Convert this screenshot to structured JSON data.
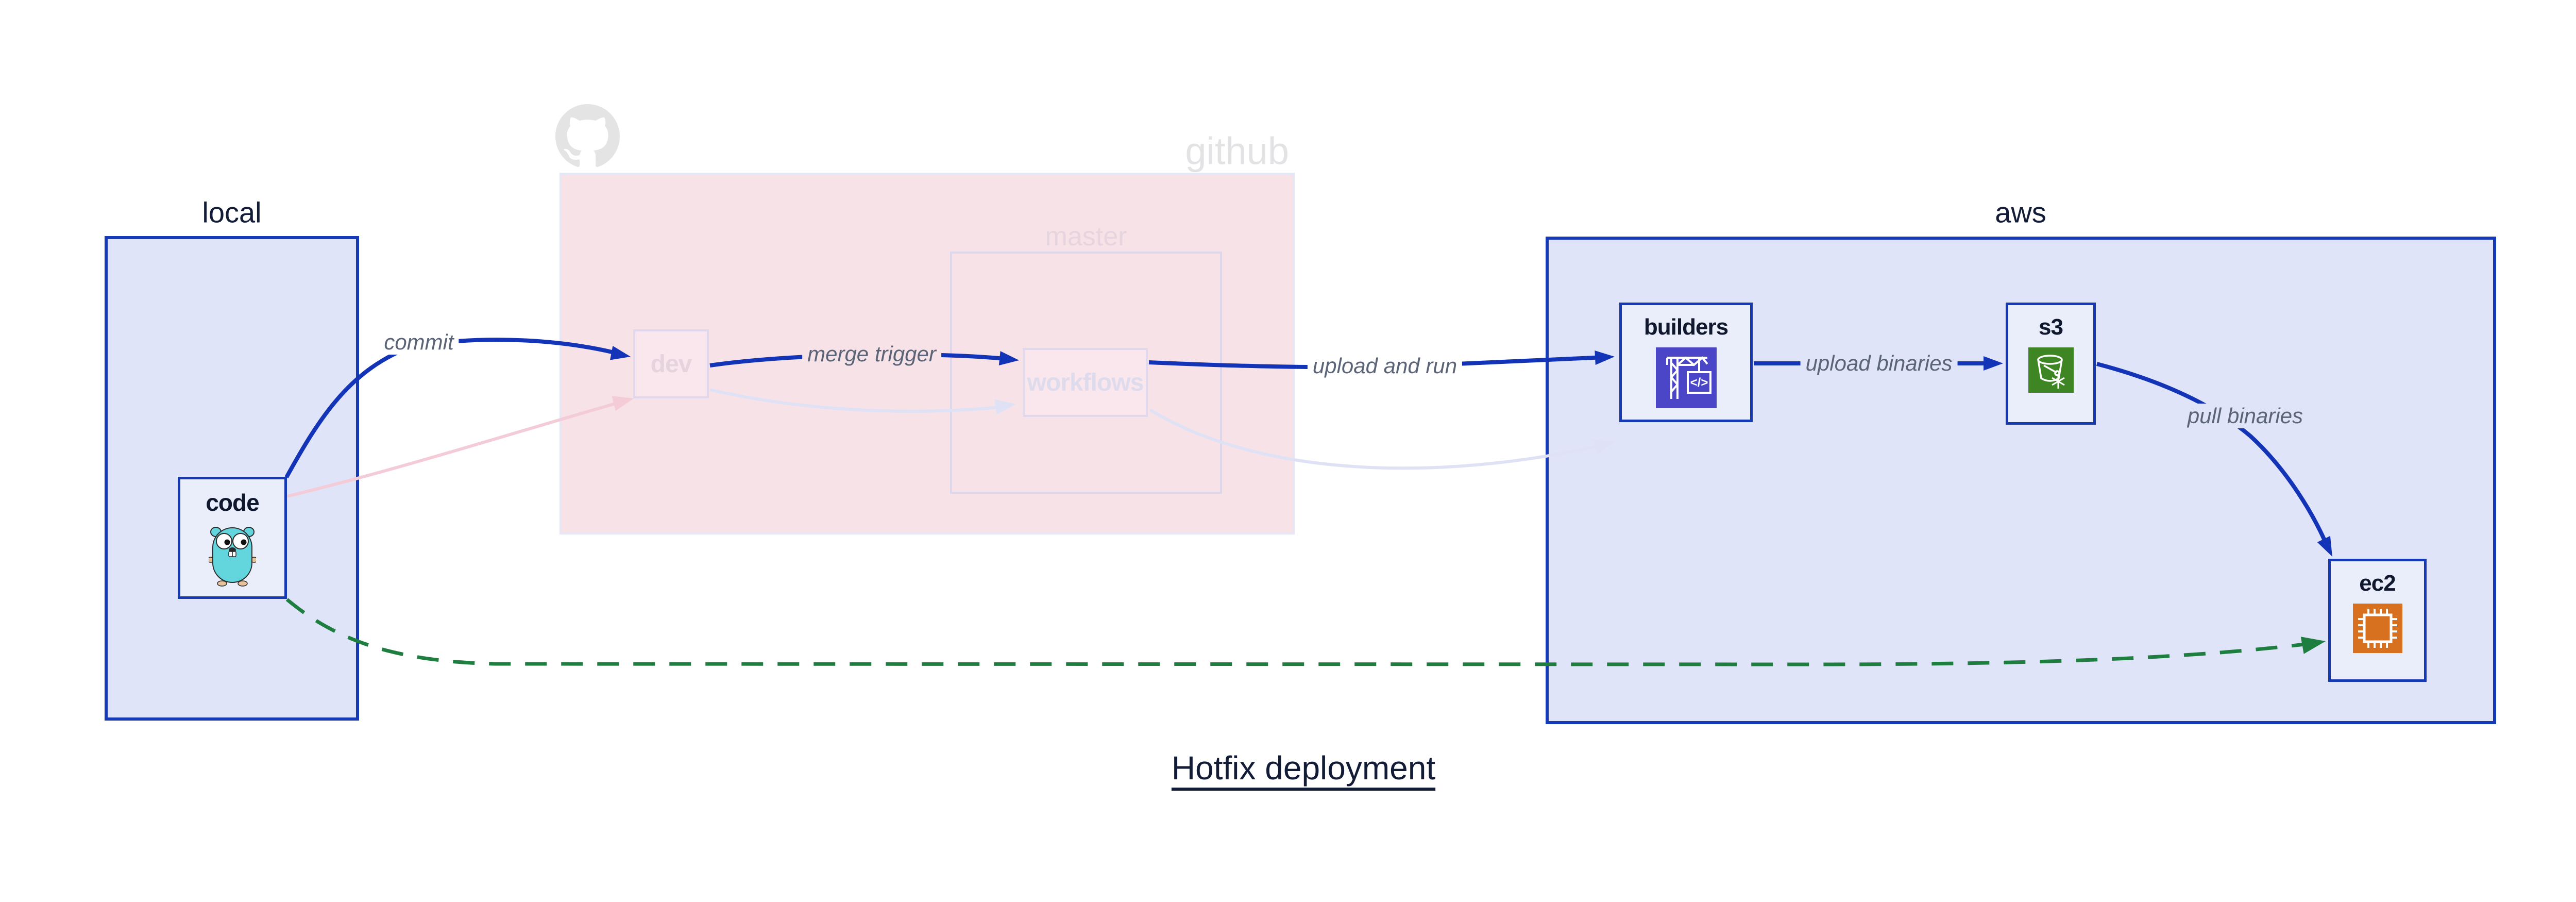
{
  "title": "Hotfix deployment",
  "containers": {
    "local": {
      "label": "local"
    },
    "github": {
      "label": "github"
    },
    "master": {
      "label": "master"
    },
    "aws": {
      "label": "aws"
    }
  },
  "nodes": {
    "code": {
      "label": "code",
      "icon": "go-gopher-icon"
    },
    "dev": {
      "label": "dev"
    },
    "workflows": {
      "label": "workflows"
    },
    "builders": {
      "label": "builders",
      "icon": "codebuild-crane-icon",
      "icon_glyph": "</>"
    },
    "s3": {
      "label": "s3",
      "icon": "s3-bucket-icon"
    },
    "ec2": {
      "label": "ec2",
      "icon": "ec2-chip-icon"
    }
  },
  "edges": [
    {
      "id": "commit",
      "label": "commit",
      "from": "code",
      "to": "dev",
      "style": "solid-blue"
    },
    {
      "id": "merge-trigger",
      "label": "merge trigger",
      "from": "dev",
      "to": "workflows",
      "style": "solid-blue"
    },
    {
      "id": "upload-and-run",
      "label": "upload and run",
      "from": "workflows",
      "to": "builders",
      "style": "solid-blue"
    },
    {
      "id": "upload-binaries",
      "label": "upload binaries",
      "from": "builders",
      "to": "s3",
      "style": "solid-blue"
    },
    {
      "id": "pull-binaries",
      "label": "pull binaries",
      "from": "s3",
      "to": "ec2",
      "style": "solid-blue"
    },
    {
      "id": "hotfix-path",
      "label": "",
      "from": "code",
      "to": "ec2",
      "style": "dashed-green"
    },
    {
      "id": "faded-code-dev",
      "label": "",
      "from": "code",
      "to": "dev",
      "style": "faded-pink"
    },
    {
      "id": "faded-dev-workflows",
      "label": "",
      "from": "dev",
      "to": "workflows",
      "style": "faded-lavender"
    },
    {
      "id": "faded-workflows-build",
      "label": "",
      "from": "workflows",
      "to": "builders",
      "style": "faded-lavender"
    }
  ],
  "colors": {
    "arrow_blue": "#1434b8",
    "box_border_blue": "#1639b5",
    "container_fill_blue": "#dfe4f8",
    "node_fill_blue": "#eaeefb",
    "github_fill_pink": "#f7e2e8",
    "faded_pink_arrow": "#f3ccd7",
    "faded_lavender_arrow": "#dee2f4",
    "hotfix_green": "#1d7e3f",
    "label_gray": "#5a6476",
    "faded_text": "#e3e3e6",
    "codebuild_purple": "#4b46c8",
    "s3_green": "#3e8624",
    "ec2_orange": "#d8711f",
    "octocat_gray": "#e4e4e4",
    "gopher_teal": "#63d6dd"
  }
}
